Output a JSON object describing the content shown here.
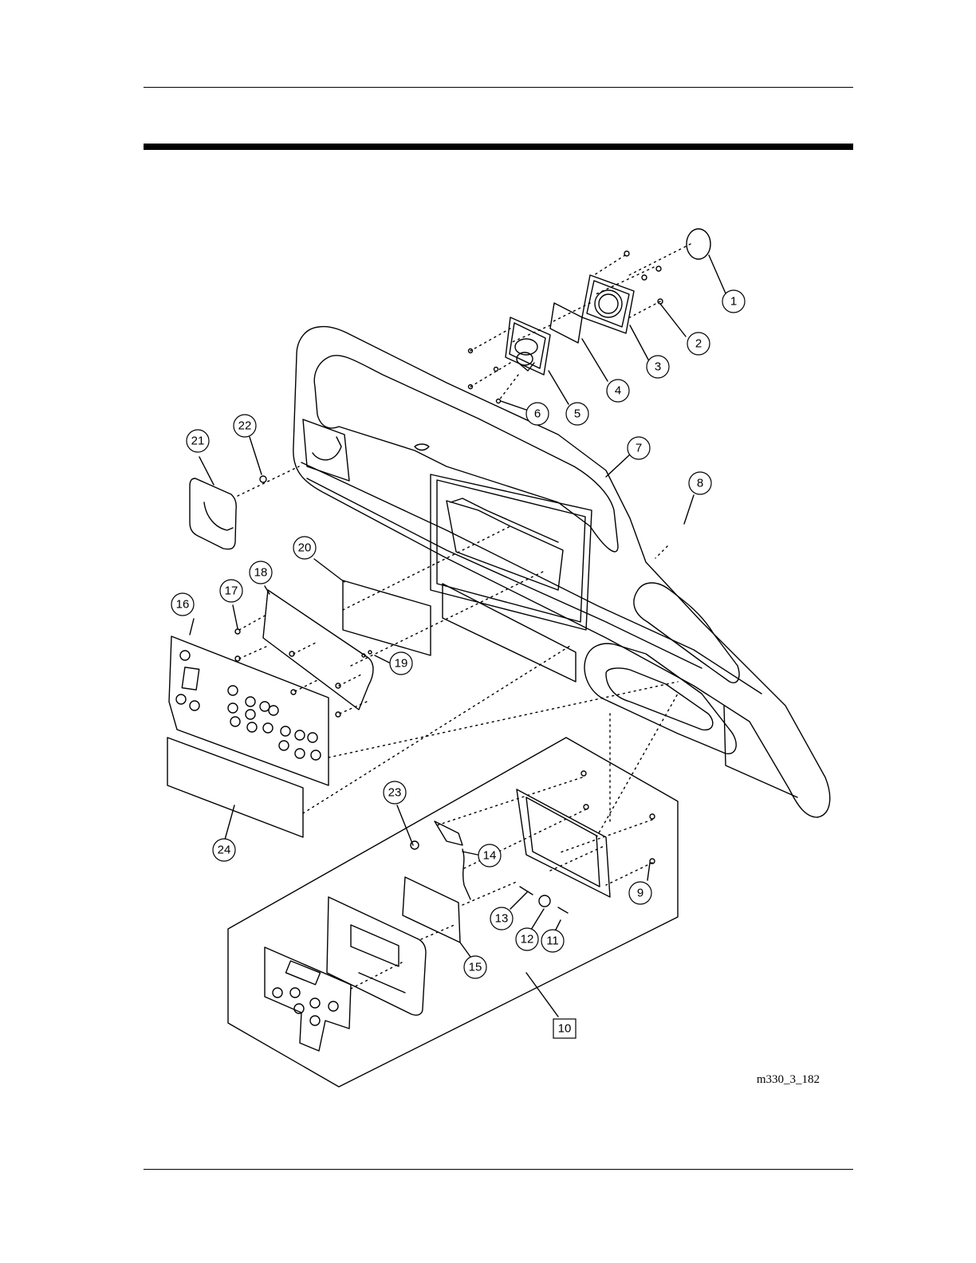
{
  "figure": {
    "id": "m330_3_182",
    "assembly_callout": "10"
  },
  "callouts": [
    "1",
    "2",
    "3",
    "4",
    "5",
    "6",
    "7",
    "8",
    "9",
    "11",
    "12",
    "13",
    "14",
    "15",
    "16",
    "17",
    "18",
    "19",
    "20",
    "21",
    "22",
    "23",
    "24"
  ]
}
